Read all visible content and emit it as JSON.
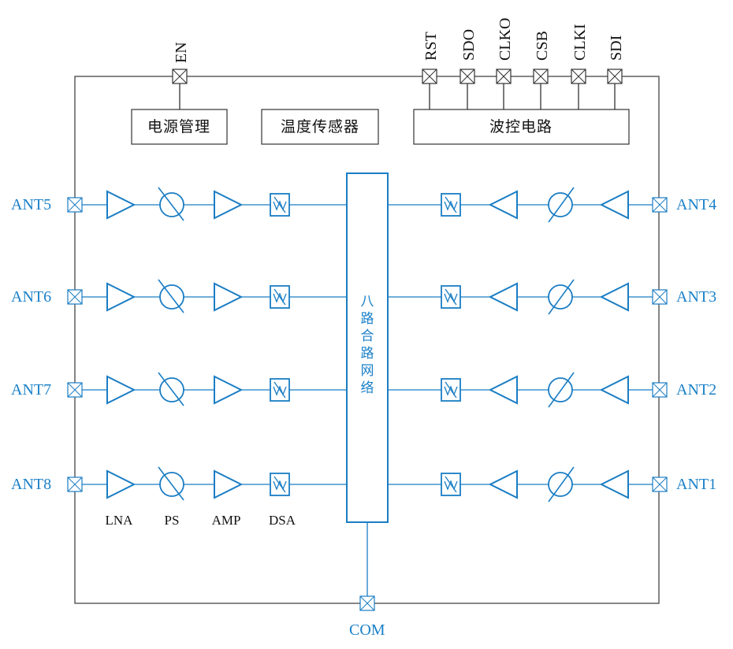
{
  "colors": {
    "signal": "#1a7dc4",
    "outline": "#333333"
  },
  "top_pins": {
    "en": "EN",
    "control": [
      "RST",
      "SDO",
      "CLKO",
      "CSB",
      "CLKI",
      "SDI"
    ]
  },
  "blocks": {
    "power": "电源管理",
    "temp": "温度传感器",
    "beam_ctrl": "波控电路"
  },
  "combiner": {
    "chars": [
      "八",
      "路",
      "合",
      "路",
      "网",
      "络"
    ]
  },
  "left_ports": [
    "ANT5",
    "ANT6",
    "ANT7",
    "ANT8"
  ],
  "right_ports": [
    "ANT4",
    "ANT3",
    "ANT2",
    "ANT1"
  ],
  "component_labels": {
    "lna": "LNA",
    "ps": "PS",
    "amp": "AMP",
    "dsa": "DSA"
  },
  "com_port": "COM"
}
